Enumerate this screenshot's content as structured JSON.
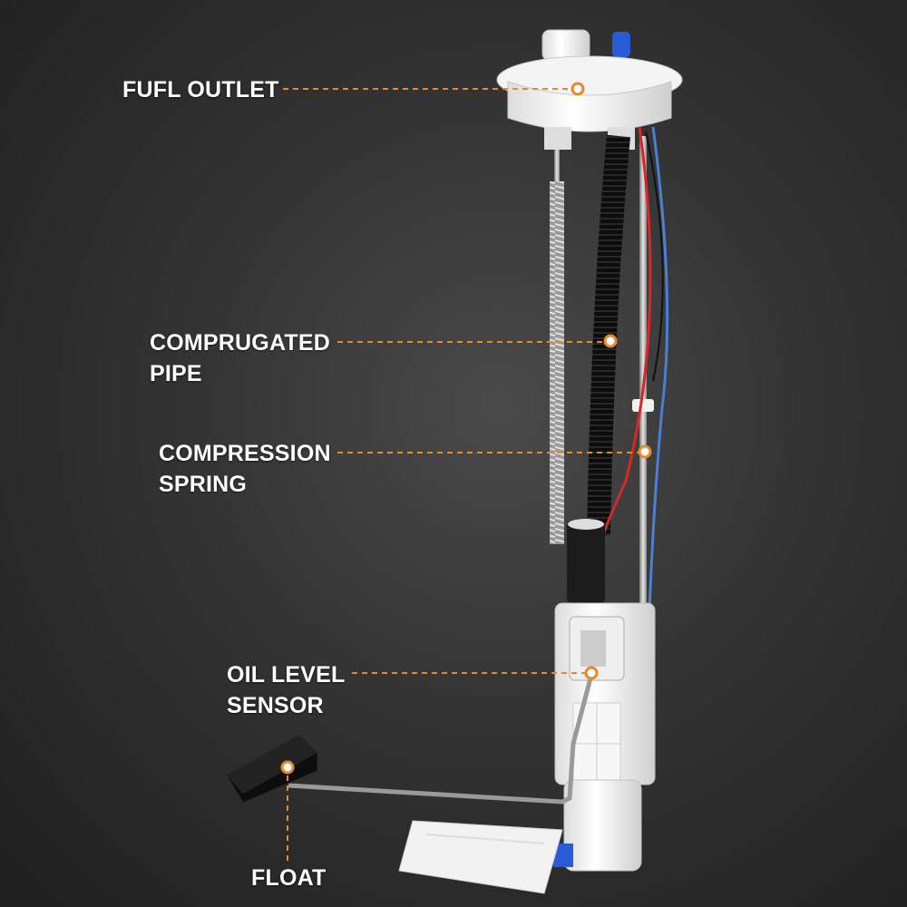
{
  "labels": {
    "fuel_outlet": {
      "line1": "FUFL OUTLET"
    },
    "corrugated_pipe": {
      "line1": "COMPRUGATED",
      "line2": "PIPE"
    },
    "compression_spring": {
      "line1": "COMPRESSION",
      "line2": "SPRING"
    },
    "oil_level_sensor": {
      "line1": "OIL LEVEL",
      "line2": "SENSOR"
    },
    "float": {
      "line1": "FLOAT"
    }
  },
  "colors": {
    "accent": "#e8892b",
    "background": "#333333",
    "label_text": "#ffffff"
  }
}
